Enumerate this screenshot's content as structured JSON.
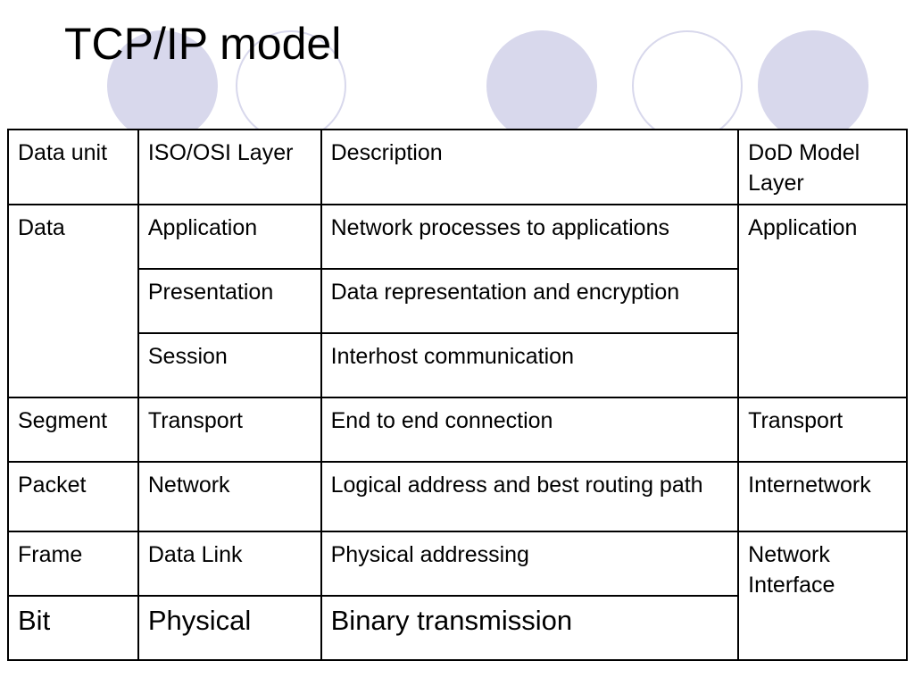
{
  "slide": {
    "title": "TCP/IP model"
  },
  "colors": {
    "decoration": "#d8d8ec",
    "border": "#000000",
    "text": "#000000"
  },
  "table": {
    "headers": {
      "data_unit": "Data unit",
      "iso_osi_layer": "ISO/OSI Layer",
      "description": "Description",
      "dod_model_layer": "DoD Model Layer"
    },
    "rows": [
      {
        "data_unit": "Data",
        "osi_layer": "Application",
        "description": "Network processes to applications",
        "dod_layer": "Application"
      },
      {
        "osi_layer": "Presentation",
        "description": "Data representation and encryption"
      },
      {
        "osi_layer": "Session",
        "description": "Interhost communication"
      },
      {
        "data_unit": "Segment",
        "osi_layer": "Transport",
        "description": "End to end connection",
        "dod_layer": "Transport"
      },
      {
        "data_unit": "Packet",
        "osi_layer": "Network",
        "description": "Logical address and best routing path",
        "dod_layer": "Internetwork"
      },
      {
        "data_unit": "Frame",
        "osi_layer": "Data Link",
        "description": "Physical addressing",
        "dod_layer": "Network Interface"
      },
      {
        "data_unit": "Bit",
        "osi_layer": "Physical",
        "description": "Binary transmission"
      }
    ]
  }
}
